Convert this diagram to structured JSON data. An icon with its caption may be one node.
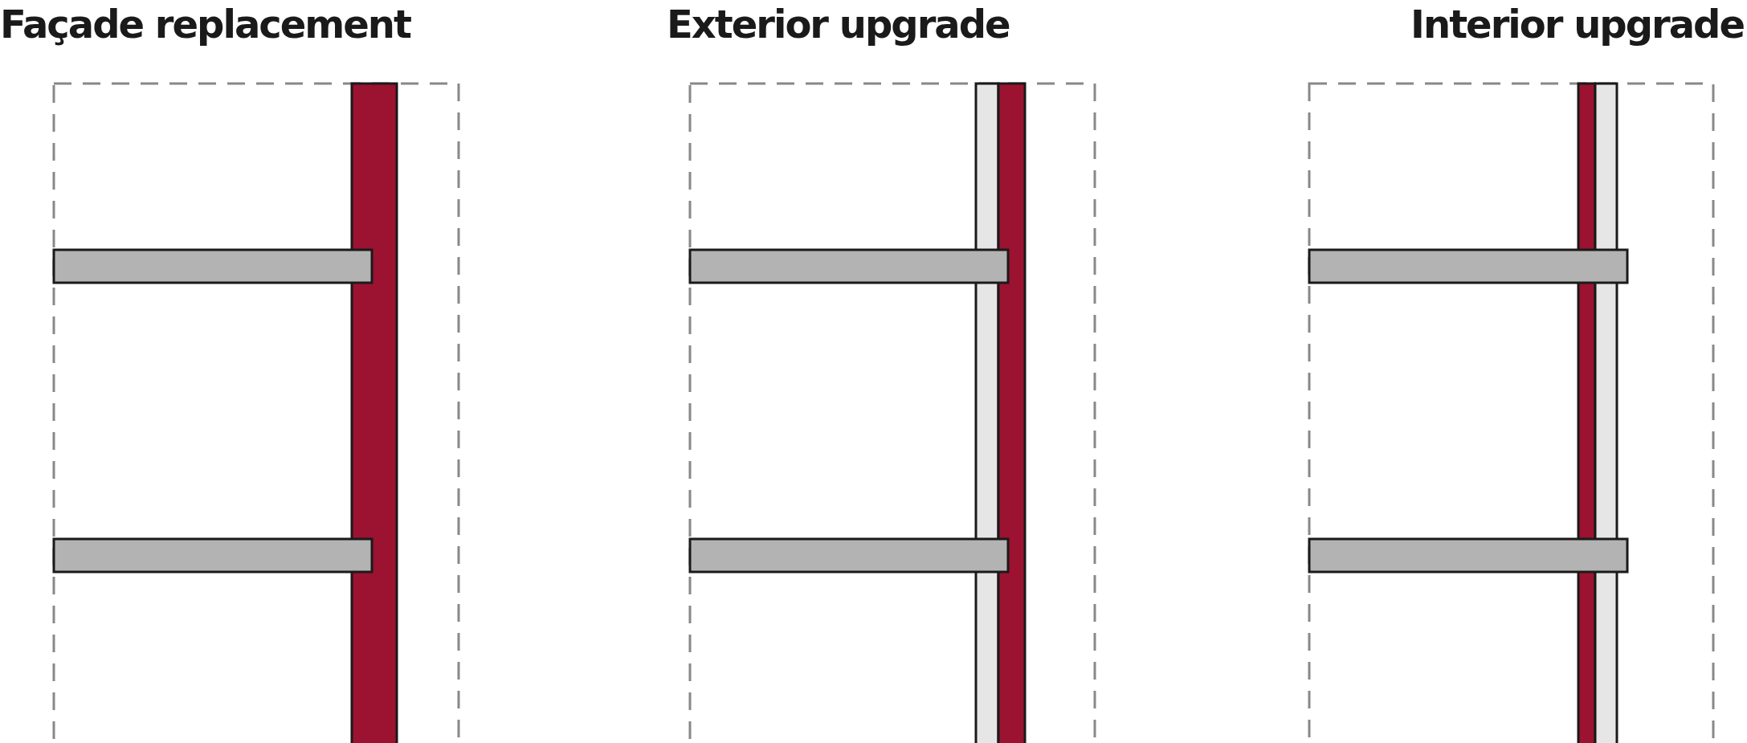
{
  "diagram": {
    "labels": [
      "Façade replacement",
      "Exterior upgrade",
      "Interior upgrade"
    ]
  }
}
